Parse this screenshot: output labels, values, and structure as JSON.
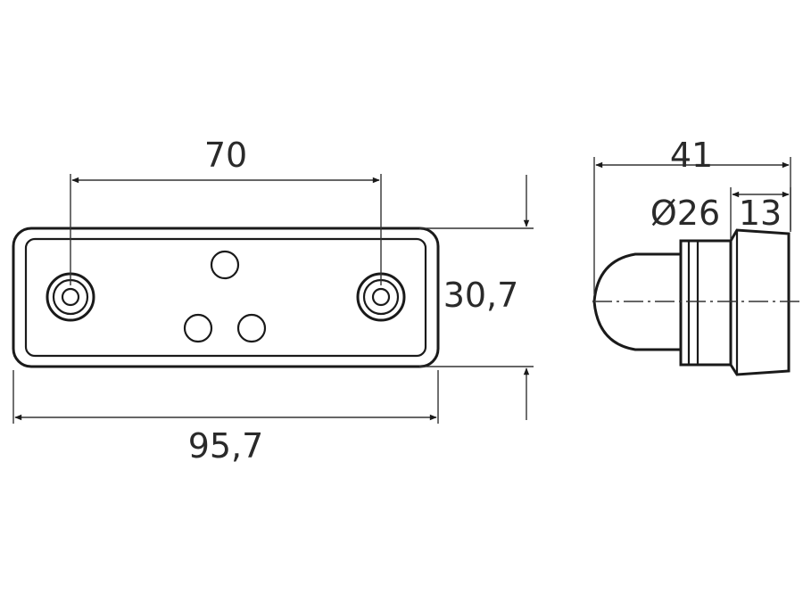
{
  "front_view": {
    "dim_top": "70",
    "dim_right": "30,7",
    "dim_bottom": "95,7"
  },
  "side_view": {
    "dim_top": "41",
    "dim_diameter": "Ø26",
    "dim_small": "13"
  }
}
